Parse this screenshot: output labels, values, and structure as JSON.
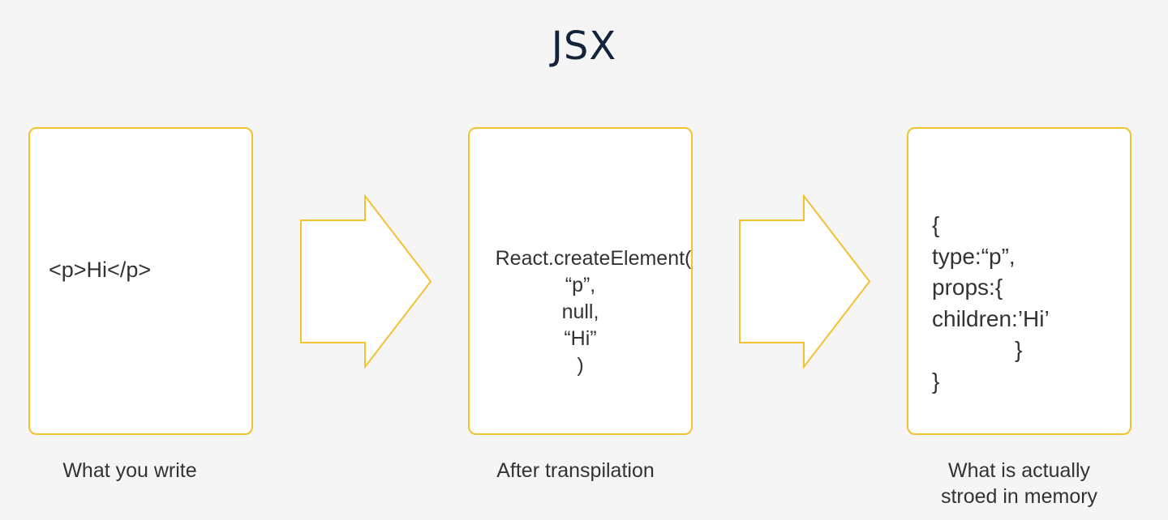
{
  "title": "JSX",
  "stages": [
    {
      "code_lines": [
        "<p>Hi</p>"
      ],
      "caption": "What you write"
    },
    {
      "code_lines": [
        "React.createElement(",
        "“p”,",
        "null,",
        "“Hi”",
        ")"
      ],
      "caption": "After transpilation"
    },
    {
      "code_lines": [
        "{",
        "type:“p”,",
        "props:{",
        "children:’Hi’",
        "}",
        "}"
      ],
      "caption_lines": [
        "What is actually",
        "stroed in memory"
      ]
    }
  ],
  "colors": {
    "background": "#f5f5f5",
    "border": "#f2c230",
    "title": "#15233a",
    "text": "#333333"
  }
}
